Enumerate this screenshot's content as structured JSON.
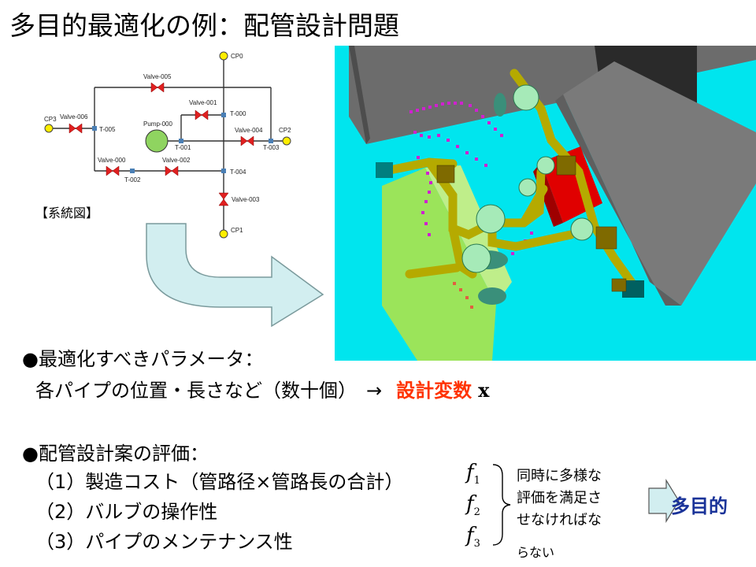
{
  "title": "多目的最適化の例：配管設計問題",
  "schematic": {
    "legend": "【系統図】",
    "nodes": {
      "cp0": "CP0",
      "cp1": "CP1",
      "cp2": "CP2",
      "cp3": "CP3",
      "valve000": "Valve-000",
      "valve001": "Valve-001",
      "valve002": "Valve-002",
      "valve003": "Valve-003",
      "valve004": "Valve-004",
      "valve005": "Valve-005",
      "valve006": "Valve-006",
      "pump000": "Pump-000",
      "t000": "T-000",
      "t001": "T-001",
      "t002": "T-002",
      "t003": "T-003",
      "t004": "T-004",
      "t005": "T-005"
    },
    "colors": {
      "pipe": "#333333",
      "valve": "#e02020",
      "pump": "#8fd460",
      "endpoint": "#ffee00",
      "tee": "#4a7fb5"
    }
  },
  "render_colors": {
    "floor": "#00e5ee",
    "wall": "#6e6e6e",
    "pipe": "#b5aa00",
    "block_green": "#9be45a",
    "block_red": "#e00000",
    "route_dots": "#d020d0"
  },
  "section1": {
    "heading": "●最適化すべきパラメータ：",
    "text": "各パイプの位置・長さなど（数十個）　→",
    "highlight": "設計変数",
    "variable": "x"
  },
  "section2": {
    "heading": "●配管設計案の評価：",
    "items": [
      "（1）製造コスト（管路径×管路長の合計）",
      "（2）バルブの操作性",
      "（3）パイプのメンテナンス性"
    ],
    "objective_symbol": "f",
    "objective_subs": [
      "1",
      "2",
      "3"
    ],
    "note_lines": [
      "同時に多様な",
      "評価を満足さ",
      "せなければな",
      "らない"
    ],
    "result": "多目的"
  }
}
